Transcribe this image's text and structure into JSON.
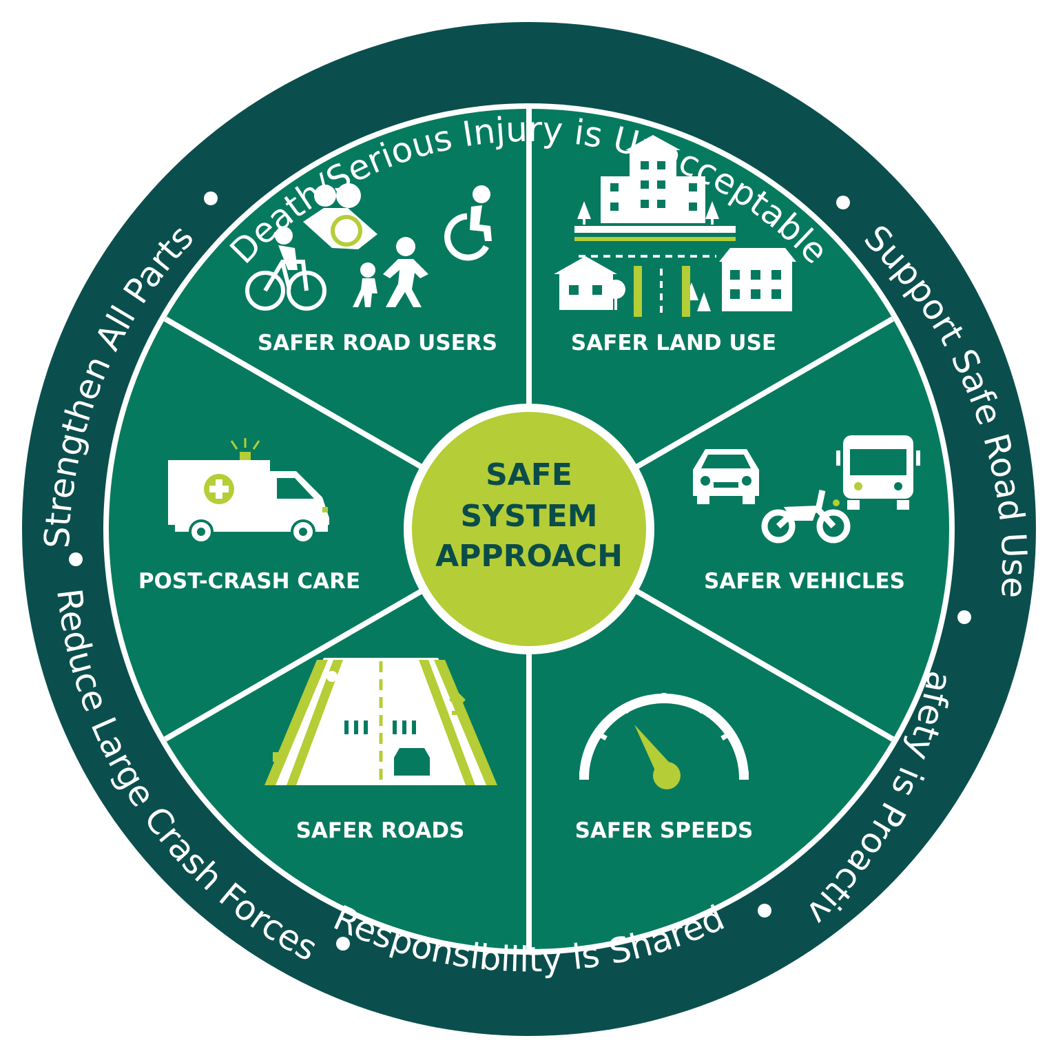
{
  "center": {
    "line1": "SAFE",
    "line2": "SYSTEM",
    "line3": "APPROACH"
  },
  "segments": [
    {
      "label": "SAFER ROAD USERS",
      "icon": "road-users-icon"
    },
    {
      "label": "SAFER LAND USE",
      "icon": "land-use-icon"
    },
    {
      "label": "SAFER VEHICLES",
      "icon": "vehicles-icon"
    },
    {
      "label": "SAFER SPEEDS",
      "icon": "speedometer-icon"
    },
    {
      "label": "SAFER ROADS",
      "icon": "road-icon"
    },
    {
      "label": "POST-CRASH CARE",
      "icon": "ambulance-icon"
    }
  ],
  "principles": {
    "top": "Death/Serious Injury is Unacceptable",
    "upper_right": "Support Safe Road Use",
    "lower_right": "Safety is Proactive",
    "bottom": "Responsibility is Shared",
    "lower_left": "Reduce Large Crash Forces",
    "upper_left": "Strengthen All Parts"
  },
  "colors": {
    "outer_ring": "#0a4f4d",
    "segment": "#067a5f",
    "center": "#b5cd36",
    "center_text": "#0a4c4a",
    "divider": "#ffffff",
    "accent": "#b5cd36"
  }
}
